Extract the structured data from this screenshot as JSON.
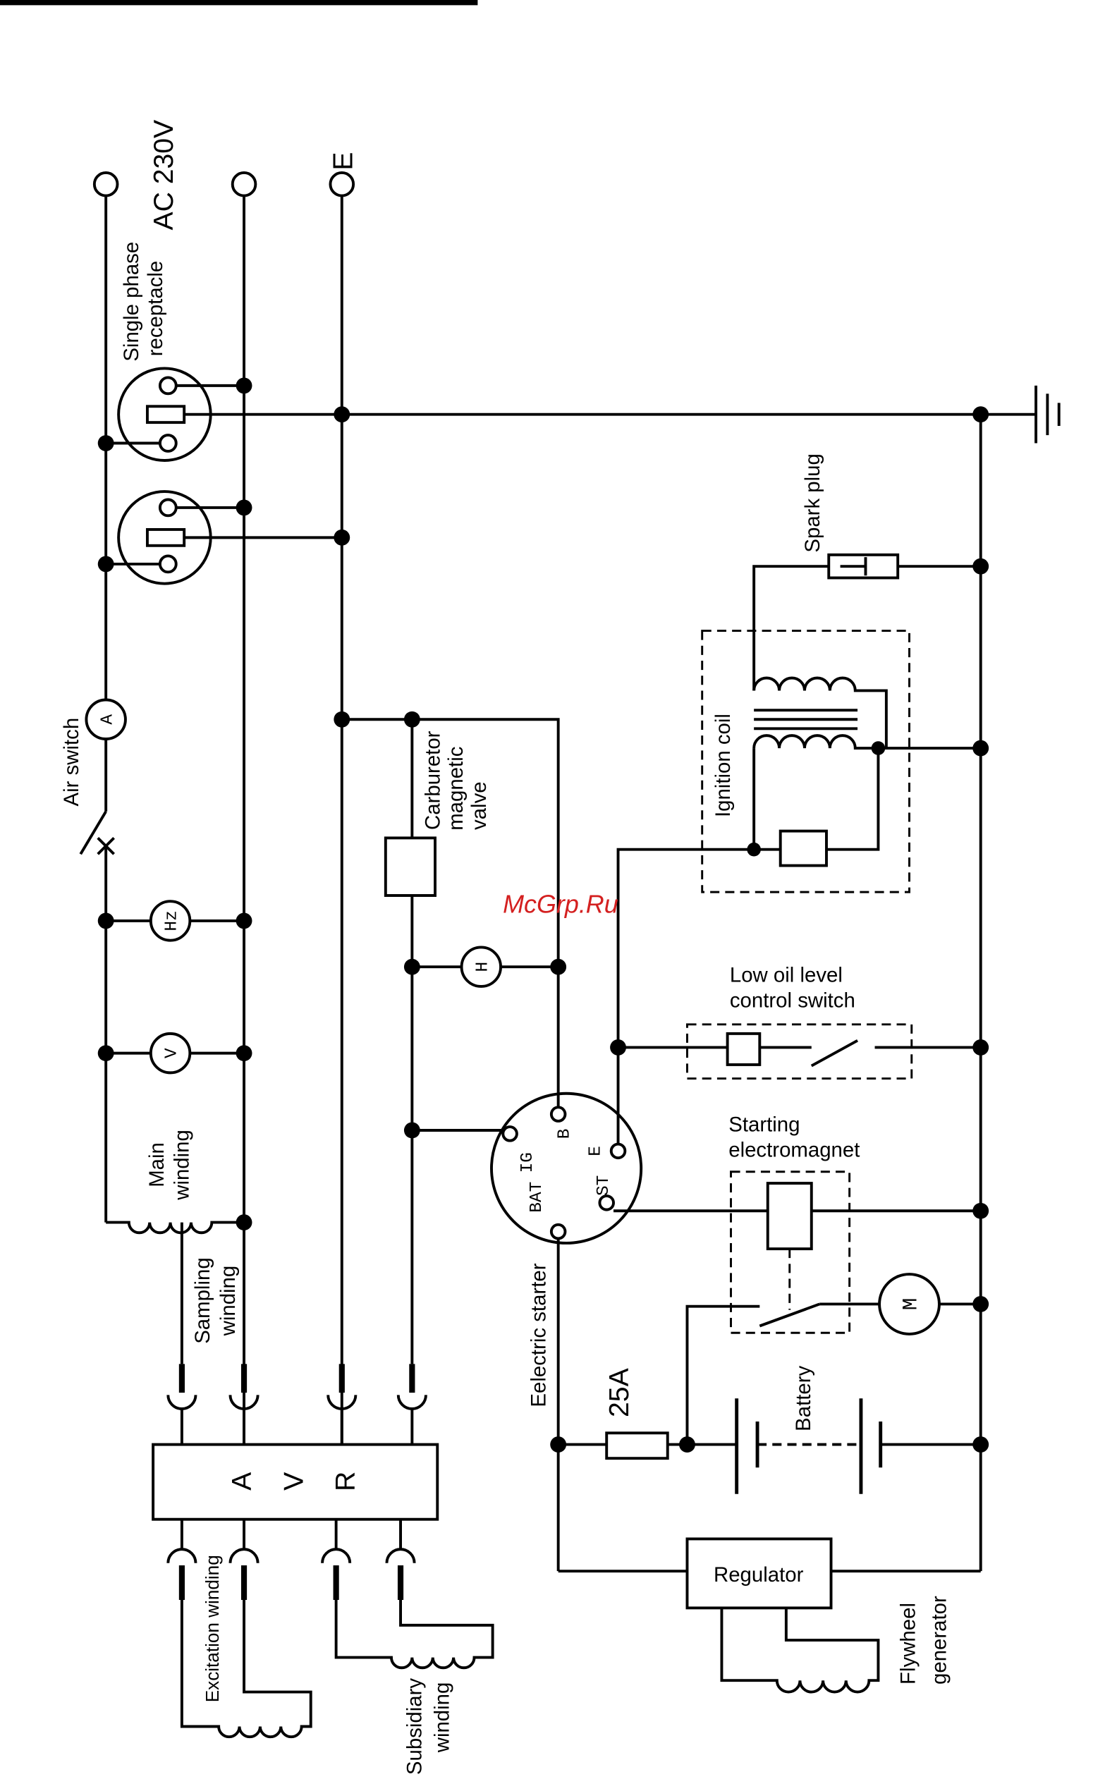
{
  "labels": {
    "ac_voltage": "AC 230V",
    "receptacle_1": "Single phase",
    "receptacle_2": "receptacle",
    "earth": "E",
    "air_switch": "Air switch",
    "ammeter": "A",
    "hz_meter": "Hz",
    "voltmeter": "V",
    "hour_meter": "H",
    "main_winding_1": "Main",
    "main_winding_2": "winding",
    "sampling_winding_1": "Sampling",
    "sampling_winding_2": "winding",
    "avr_a": "A",
    "avr_v": "V",
    "avr_r": "R",
    "excitation_winding": "Excitation winding",
    "subsidiary_winding_1": "Subsidiary",
    "subsidiary_winding_2": "winding",
    "carburetor_1": "Carburetor",
    "carburetor_2": "magnetic",
    "carburetor_3": "valve",
    "spark_plug": "Spark plug",
    "ignition_coil": "Ignition coil",
    "low_oil_1": "Low oil level",
    "low_oil_2": "control switch",
    "starting_em_1": "Starting",
    "starting_em_2": "electromagnet",
    "electric_starter": "Eelectric starter",
    "term_b": "B",
    "term_ig": "IG",
    "term_e": "E",
    "term_st": "ST",
    "term_bat": "BAT",
    "motor": "M",
    "fuse": "25A",
    "battery": "Battery",
    "regulator": "Regulator",
    "flywheel_1": "Flywheel",
    "flywheel_2": "generator"
  },
  "watermark": "McGrp.Ru"
}
